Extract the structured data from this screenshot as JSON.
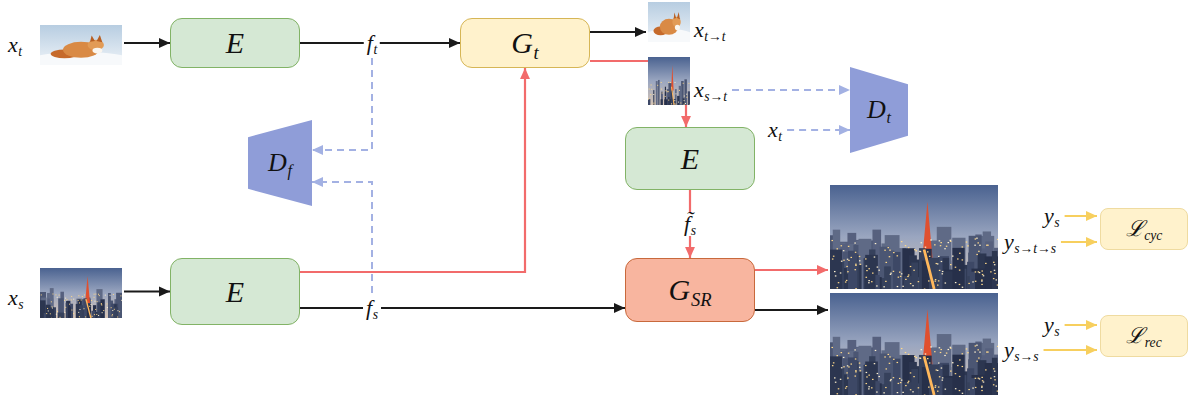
{
  "diagram": {
    "nodes": [
      {
        "text": [
          "E"
        ]
      },
      {
        "text": [
          "Gt"
        ]
      },
      {
        "text": [
          "Df"
        ]
      },
      {
        "text": [
          "E"
        ]
      },
      {
        "text": [
          "Dt"
        ]
      },
      {
        "text": [
          "ℒcyc"
        ]
      },
      {
        "text": [
          "GSR"
        ]
      },
      {
        "text": [
          "ℒrec"
        ]
      },
      {
        "text": [
          "E"
        ]
      }
    ],
    "edges": [
      {
        "from": 0,
        "to": 1,
        "arrow": "to",
        "label": "ft"
      },
      {
        "from": 8,
        "to": 1,
        "arrow": "to"
      },
      {
        "from": 1,
        "to": 3,
        "arrow": "to"
      },
      {
        "from": 3,
        "to": 6,
        "arrow": "to",
        "label": "f̃s"
      },
      {
        "from": 8,
        "to": 6,
        "arrow": "to",
        "label": "fs"
      }
    ],
    "labels": [
      "xt",
      "xt→t",
      "xs→t",
      "xt",
      "ys",
      "ys→t→s",
      "xs",
      "ys",
      "ys→s"
    ]
  }
}
